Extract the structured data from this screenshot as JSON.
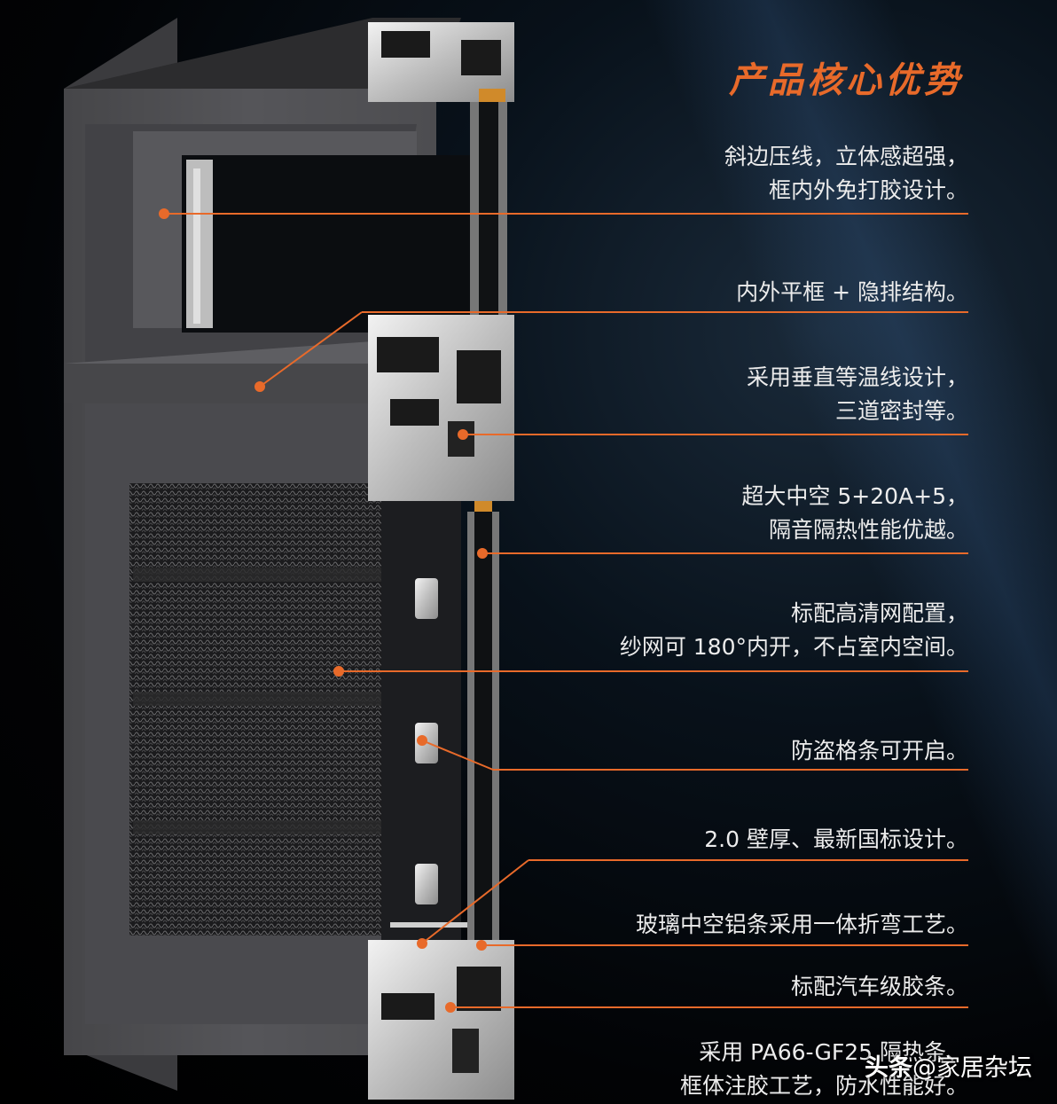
{
  "title": "产品核心优势",
  "accent_color": "#e86a2a",
  "features": [
    {
      "lines": [
        "斜边压线，立体感超强，",
        "框内外免打胶设计。"
      ]
    },
    {
      "lines": [
        "内外平框 + 隐排结构。"
      ]
    },
    {
      "lines": [
        "采用垂直等温线设计，",
        "三道密封等。"
      ]
    },
    {
      "lines": [
        "超大中空 5+20A+5，",
        "隔音隔热性能优越。"
      ]
    },
    {
      "lines": [
        "标配高清网配置，",
        "纱网可 180°内开，不占室内空间。"
      ]
    },
    {
      "lines": [
        "防盗格条可开启。"
      ]
    },
    {
      "lines": [
        "2.0 壁厚、最新国标设计。"
      ]
    },
    {
      "lines": [
        "玻璃中空铝条采用一体折弯工艺。"
      ]
    },
    {
      "lines": [
        "标配汽车级胶条。"
      ]
    },
    {
      "lines": [
        "采用 PA66-GF25 隔热条、",
        "框体注胶工艺，防水性能好。"
      ]
    }
  ],
  "watermark": {
    "brand": "头条",
    "handle": "@家居杂坛"
  }
}
